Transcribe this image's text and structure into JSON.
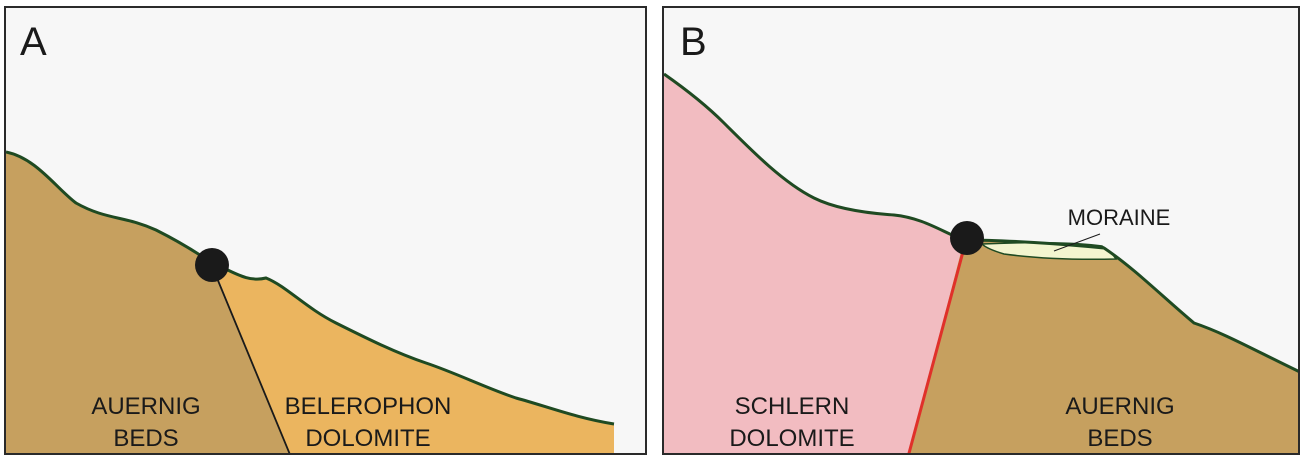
{
  "panels": [
    {
      "letter": "A",
      "units": [
        {
          "line1": "AUERNIG",
          "line2": "BEDS"
        },
        {
          "line1": "BELEROPHON",
          "line2": "DOLOMITE"
        }
      ]
    },
    {
      "letter": "B",
      "units": [
        {
          "line1": "SCHLERN",
          "line2": "DOLOMITE"
        },
        {
          "line1": "AUERNIG",
          "line2": "BEDS"
        }
      ],
      "annotation": "MORAINE"
    }
  ],
  "colors": {
    "auernig_beds": "#c6a05f",
    "belerophon_dolomite": "#ebb55f",
    "schlern_dolomite": "#f2bcc1",
    "moraine": "#f3f5cf",
    "surface_line": "#1f4a22",
    "fault_red": "#e0302a",
    "contact_black": "#1a1a1a",
    "sky": "#f7f7f7"
  }
}
